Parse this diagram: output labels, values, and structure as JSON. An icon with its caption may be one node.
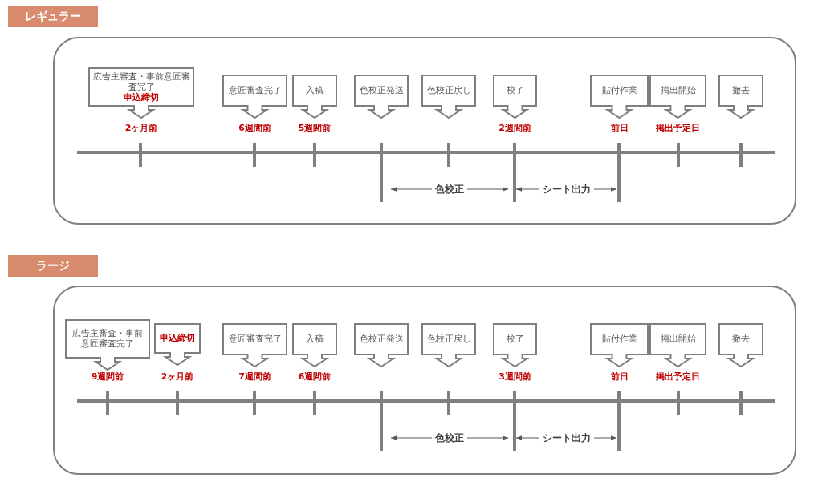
{
  "diagram": {
    "nodes": [
      {
        "text": [
          "レギュラー"
        ]
      },
      {
        "text": [
          "広告主審査・事前意匠審査完了",
          "申込締切"
        ],
        "in": 0,
        "beside": [
          "2ヶ月前"
        ]
      },
      {
        "text": [
          "意匠審査完了"
        ],
        "in": 0,
        "beside": [
          "6週間前"
        ]
      },
      {
        "text": [
          "入稿"
        ],
        "in": 0,
        "beside": [
          "5週間前"
        ]
      },
      {
        "text": [
          "色校正発送"
        ],
        "in": 0
      },
      {
        "text": [
          "色校正戻し"
        ],
        "in": 0
      },
      {
        "text": [
          "校了"
        ],
        "in": 0,
        "beside": [
          "2週間前"
        ]
      },
      {
        "text": [
          "貼付作業"
        ],
        "in": 0,
        "beside": [
          "前日"
        ]
      },
      {
        "text": [
          "掲出開始"
        ],
        "in": 0,
        "beside": [
          "掲出予定日"
        ]
      },
      {
        "text": [
          "撤去"
        ],
        "in": 0
      },
      {
        "text": [
          "ラージ"
        ]
      },
      {
        "text": [
          "広告主審査・事前意匠審査完了"
        ],
        "in": 10,
        "beside": [
          "9週間前"
        ]
      },
      {
        "text": [
          "申込締切"
        ],
        "in": 10,
        "beside": [
          "2ヶ月前"
        ]
      },
      {
        "text": [
          "意匠審査完了"
        ],
        "in": 10,
        "beside": [
          "7週間前"
        ]
      },
      {
        "text": [
          "入稿"
        ],
        "in": 10,
        "beside": [
          "6週間前"
        ]
      },
      {
        "text": [
          "色校正発送"
        ],
        "in": 10
      },
      {
        "text": [
          "色校正戻し"
        ],
        "in": 10
      },
      {
        "text": [
          "校了"
        ],
        "in": 10,
        "beside": [
          "3週間前"
        ]
      },
      {
        "text": [
          "貼付作業"
        ],
        "in": 10,
        "beside": [
          "前日"
        ]
      },
      {
        "text": [
          "掲出開始"
        ],
        "in": 10,
        "beside": [
          "掲出予定日"
        ]
      },
      {
        "text": [
          "撤去"
        ],
        "in": 10
      }
    ],
    "edges": [],
    "labels": [
      "色校正",
      "シート出力",
      "色校正",
      "シート出力"
    ]
  }
}
